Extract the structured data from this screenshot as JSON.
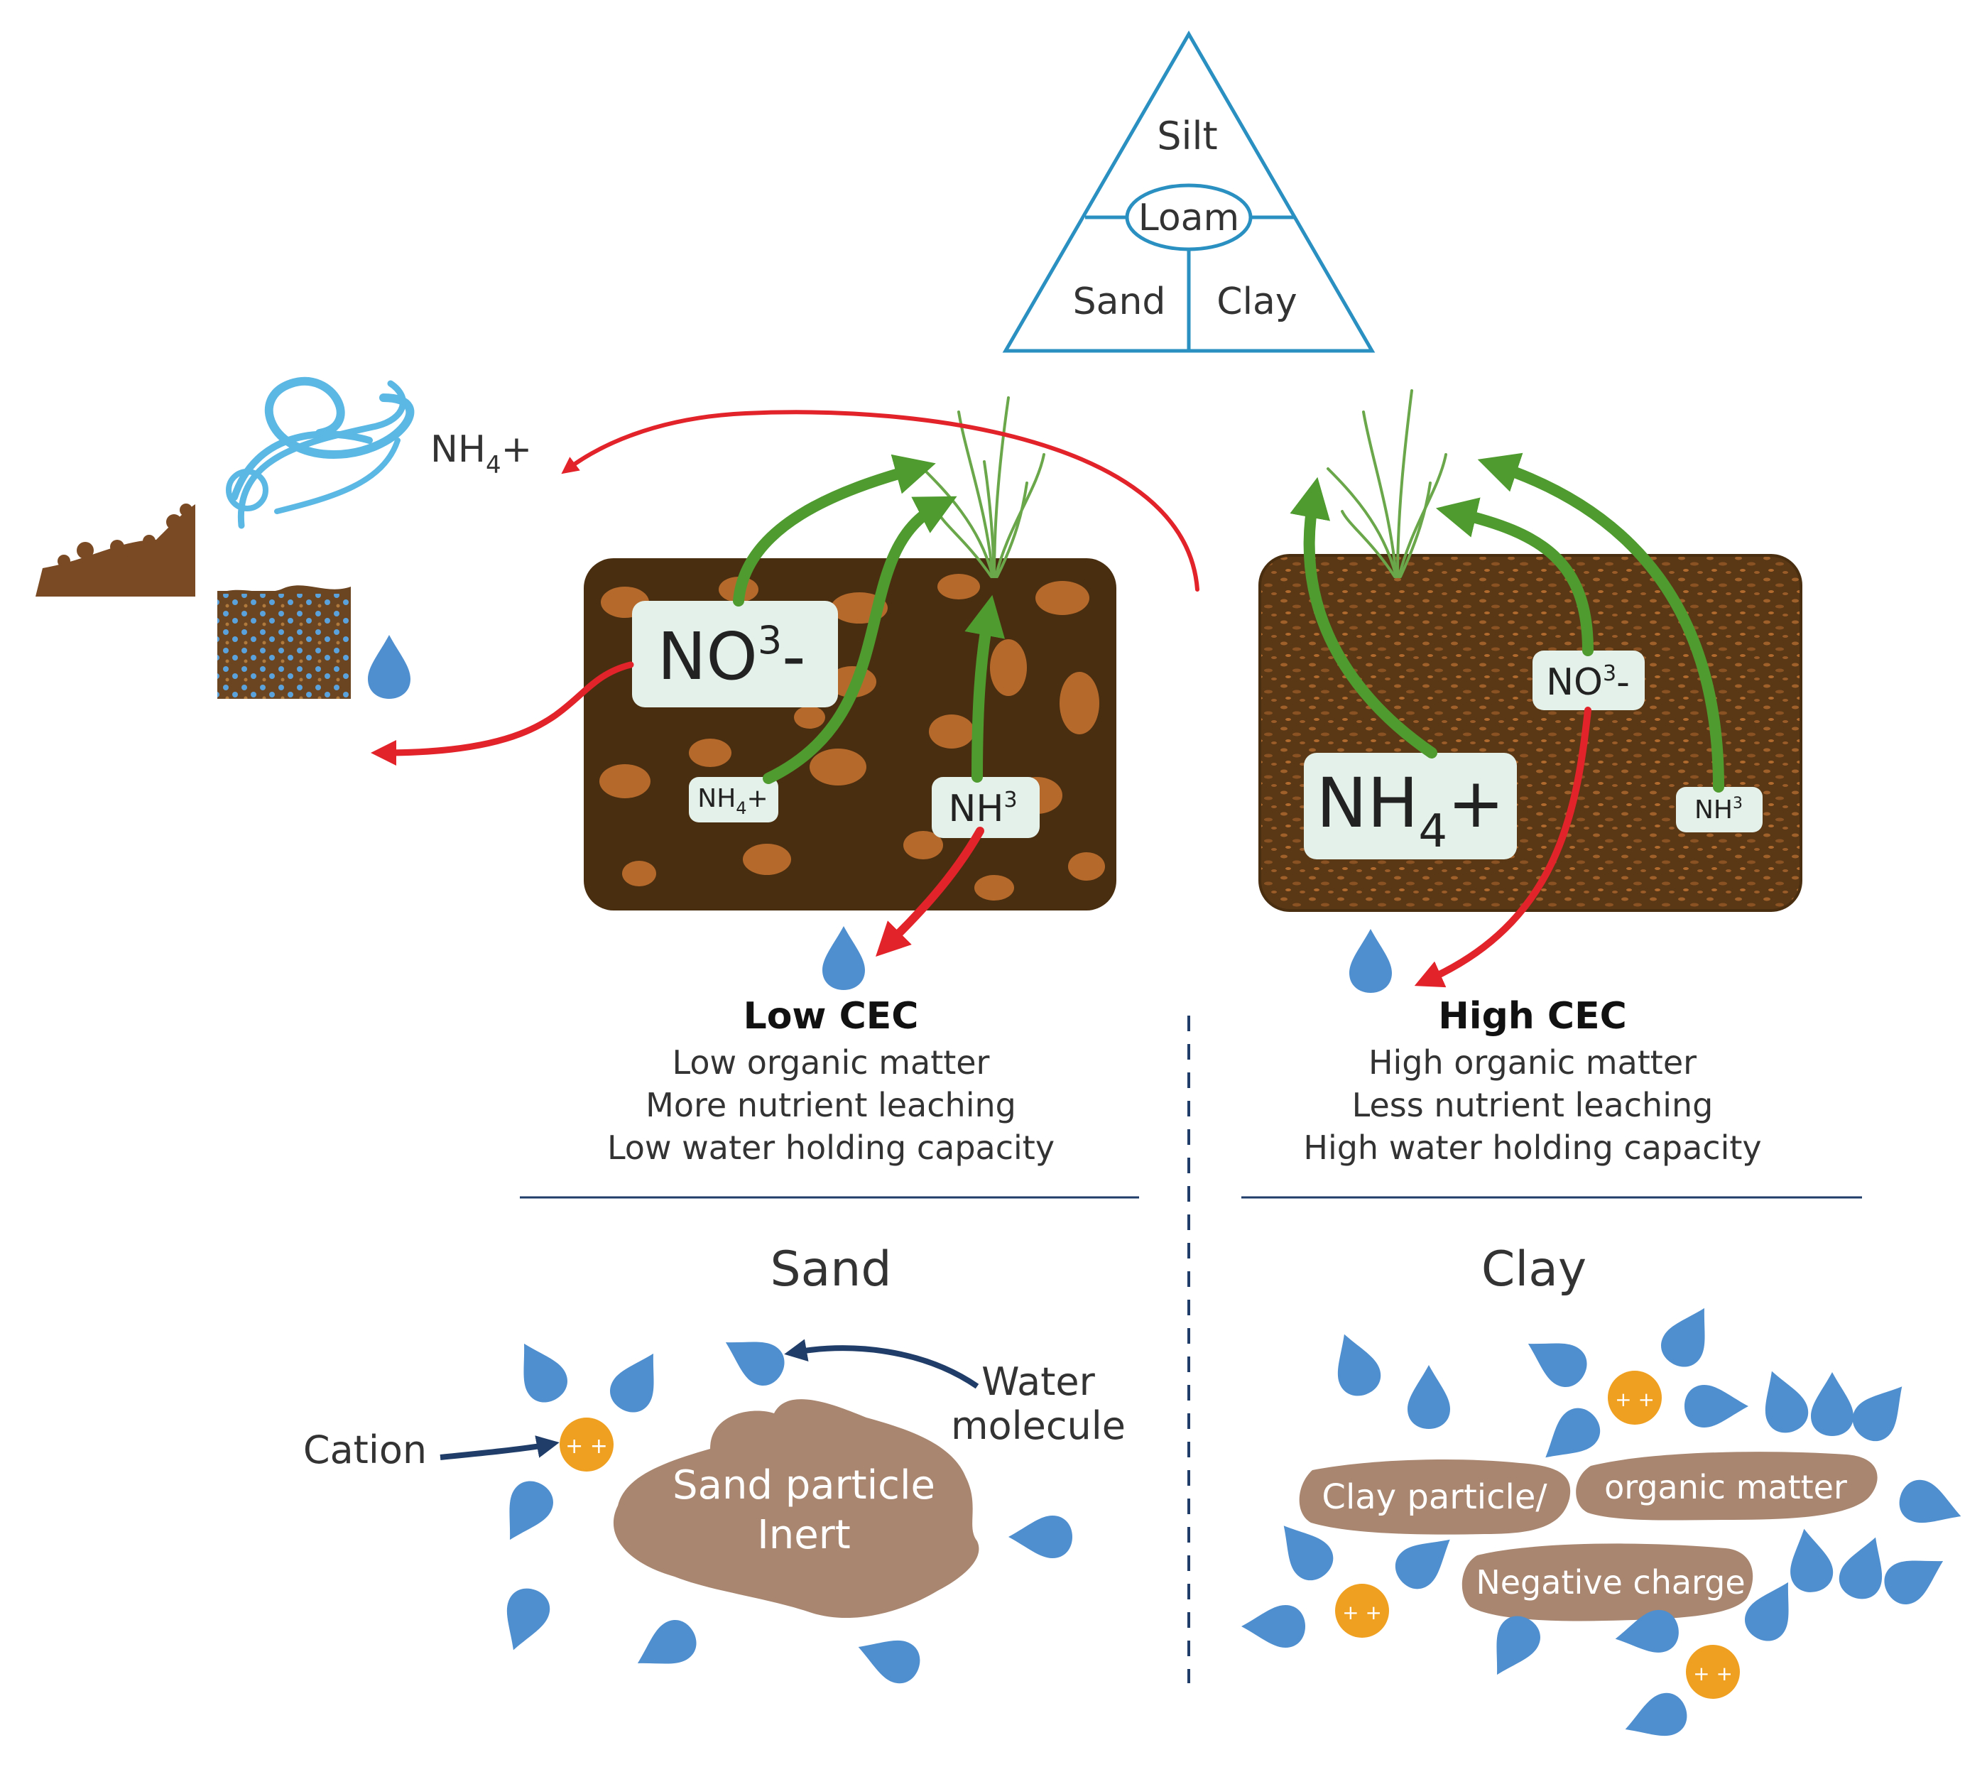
{
  "triangle": {
    "top": "Silt",
    "center": "Loam",
    "left": "Sand",
    "right": "Clay"
  },
  "losses": {
    "volatilization": {
      "main": "NH",
      "sub": "4",
      "tail": "+"
    }
  },
  "low_block": {
    "no3": {
      "main": "NO",
      "sup": "3",
      "tail": "-"
    },
    "nh4": {
      "main": "NH",
      "sub": "4",
      "tail": "+"
    },
    "nh3": {
      "main": "NH",
      "sup": "3"
    }
  },
  "high_block": {
    "no3": {
      "main": "NO",
      "sup": "3",
      "tail": "-"
    },
    "nh4": {
      "main": "NH",
      "sub": "4",
      "tail": "+"
    },
    "nh3": {
      "main": "NH",
      "sup": "3"
    }
  },
  "low_cec": {
    "title": "Low CEC",
    "lines": [
      "Low organic matter",
      "More nutrient leaching",
      "Low water holding capacity"
    ]
  },
  "high_cec": {
    "title": "High CEC",
    "lines": [
      "High organic matter",
      "Less nutrient leaching",
      "High water holding capacity"
    ]
  },
  "sand_panel": {
    "title": "Sand",
    "particle_line1": "Sand particle",
    "particle_line2": "Inert",
    "cation_label": "Cation",
    "water_label_line1": "Water",
    "water_label_line2": "molecule"
  },
  "clay_panel": {
    "title": "Clay",
    "particle1": "Clay particle/",
    "particle2": "organic matter",
    "particle3": "Negative charge"
  },
  "colors": {
    "blue_line": "#2a8fc1",
    "soil_dark": "#4a2e10",
    "soil_speck": "#b56a2c",
    "green_arrow": "#4f9b2f",
    "red_arrow": "#e2232a",
    "water_drop": "#4f8fcf",
    "cation": "#f0a020",
    "particle": "#a88670",
    "navy": "#1f3d68",
    "label_box": "#e4f1ea"
  }
}
